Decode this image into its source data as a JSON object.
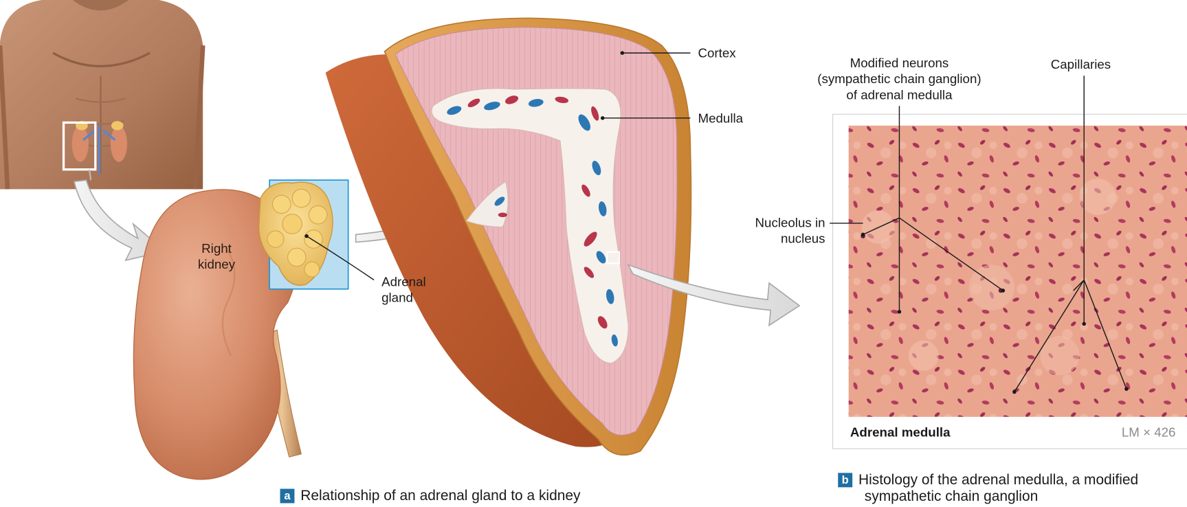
{
  "panel_a": {
    "callouts": {
      "right_kidney_line1": "Right",
      "right_kidney_line2": "kidney",
      "adrenal_gland_line1": "Adrenal",
      "adrenal_gland_line2": "gland",
      "cortex": "Cortex",
      "medulla": "Medulla"
    },
    "caption": {
      "letter": "a",
      "text": "Relationship of an adrenal gland to a kidney"
    }
  },
  "panel_b": {
    "callouts": {
      "modified_neurons": [
        "Modified neurons",
        "(sympathetic chain ganglion)",
        "of adrenal medulla"
      ],
      "capillaries": "Capillaries",
      "nucleolus_line1": "Nucleolus in",
      "nucleolus_line2": "nucleus"
    },
    "micrograph_label": "Adrenal medulla",
    "magnification": "LM × 426",
    "caption": {
      "letter": "b",
      "line1": "Histology of the adrenal medulla, a modified",
      "line2": "sympathetic chain ganglion"
    }
  }
}
